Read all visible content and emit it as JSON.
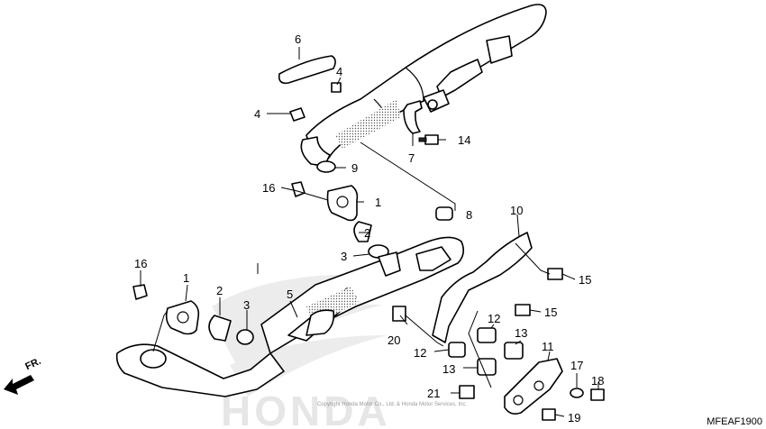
{
  "diagram_code": "MFEAF1900",
  "direction_label": "FR.",
  "watermark_text": "HONDA",
  "copyright_text": "Copyright Honda Motor Co., Ltd. & Honda Motor Services, Inc.",
  "callouts": {
    "c1a": "1",
    "c1b": "1",
    "c2a": "2",
    "c2b": "2",
    "c3a": "3",
    "c3b": "3",
    "c4a": "4",
    "c4b": "4",
    "c5": "5",
    "c6": "6",
    "c7": "7",
    "c8": "8",
    "c9": "9",
    "c10": "10",
    "c11": "11",
    "c12a": "12",
    "c12b": "12",
    "c13a": "13",
    "c13b": "13",
    "c14": "14",
    "c15a": "15",
    "c15b": "15",
    "c16a": "16",
    "c16b": "16",
    "c17": "17",
    "c18": "18",
    "c19": "19",
    "c20": "20",
    "c21": "21"
  },
  "colors": {
    "line": "#000000",
    "watermark": "#e6e6e6",
    "background": "#ffffff"
  }
}
